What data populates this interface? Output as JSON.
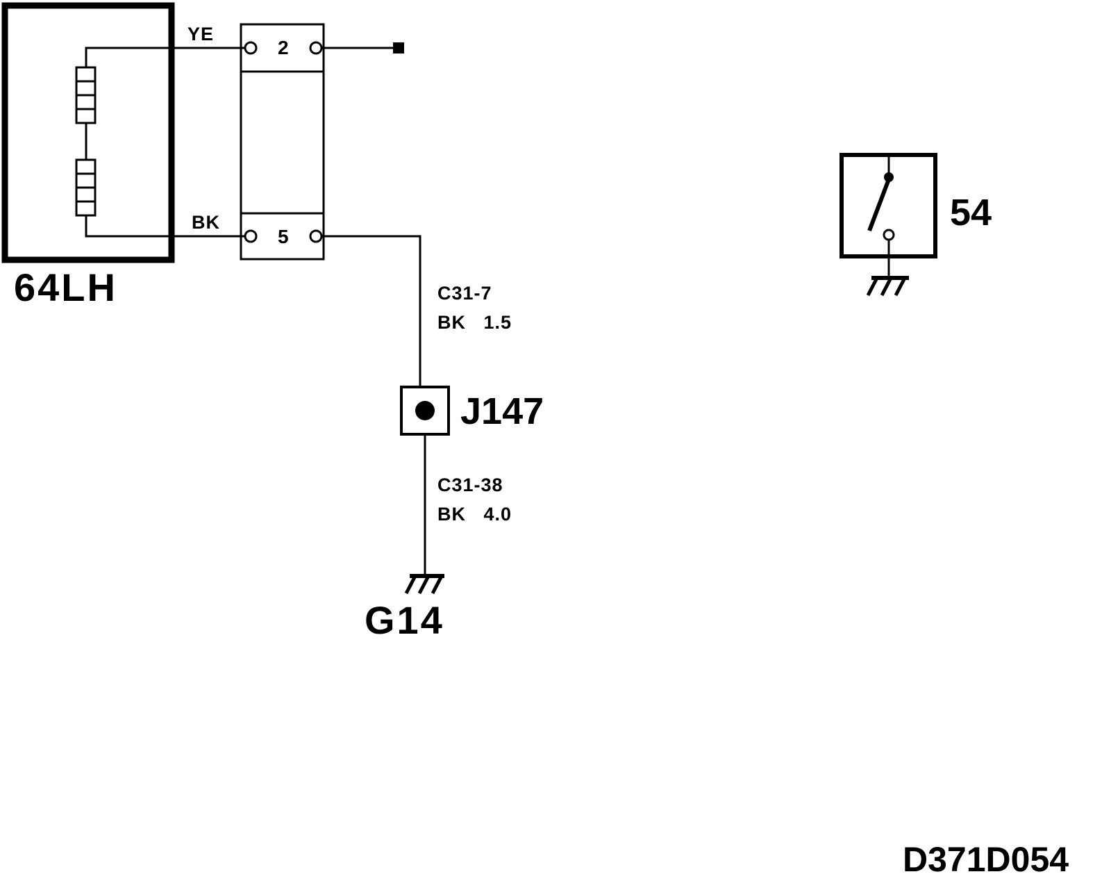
{
  "diagram": {
    "components": {
      "heater": {
        "label": "64LH"
      },
      "splice": {
        "label": "J147"
      },
      "ground": {
        "label": "G14"
      },
      "switch": {
        "label": "54"
      }
    },
    "connector": {
      "pin_top": "2",
      "pin_bottom": "5"
    },
    "wires": {
      "top_color": "YE",
      "bottom_color": "BK",
      "segment1": {
        "circuit": "C31-7",
        "spec": "BK   1.5"
      },
      "segment2": {
        "circuit": "C31-38",
        "spec": "BK   4.0"
      }
    },
    "drawing_code": "D371D054"
  }
}
